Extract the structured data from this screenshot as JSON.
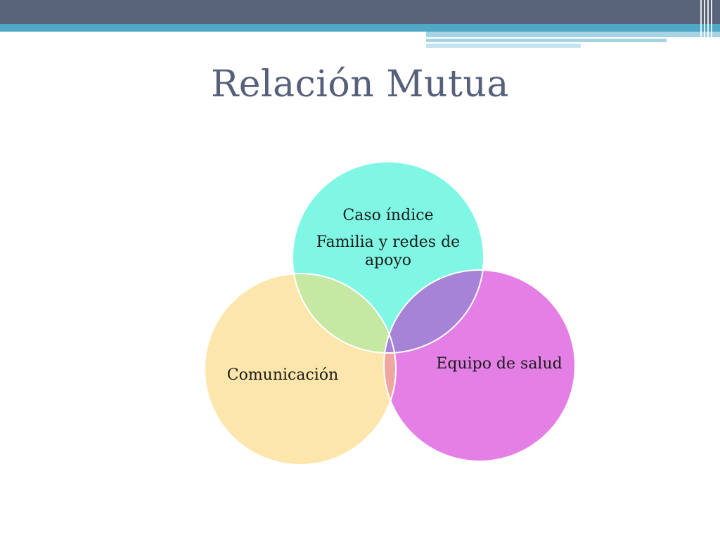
{
  "slide": {
    "title": "Relación Mutua"
  },
  "venn": {
    "circles": [
      {
        "id": "top",
        "labels": [
          "Caso índice",
          "Familia y redes de apoyo"
        ],
        "color": "#7ff7e4"
      },
      {
        "id": "right",
        "labels": [
          "Equipo de salud"
        ],
        "color": "#e47fe6"
      },
      {
        "id": "left",
        "labels": [
          "Comunicación"
        ],
        "color": "#fde6ab"
      }
    ],
    "overlaps": {
      "top_left": "#c5e9a3",
      "top_right": "#a683d6",
      "left_right": "#f0a6a0"
    }
  },
  "theme": {
    "header_dark": "#5a6479",
    "header_teal": "#4fa8c6",
    "header_light": "#a6d3e3",
    "title_color": "#56607a"
  }
}
